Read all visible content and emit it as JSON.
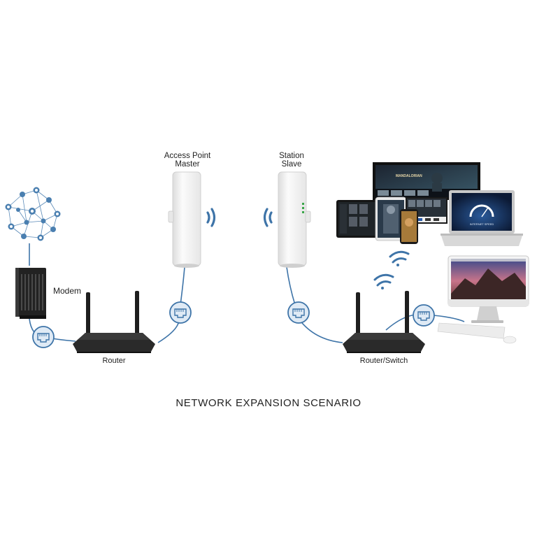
{
  "diagram": {
    "title": "NETWORK EXPANSION SCENARIO",
    "labels": {
      "access_point_line1": "Access  Point",
      "access_point_line2": "Master",
      "station_line1": "Station",
      "station_line2": "Slave",
      "modem": "Modem",
      "router": "Router",
      "router_switch": "Router/Switch"
    },
    "screens": {
      "tv_show": "MANDALORIAN",
      "speed_label": "INTERNET SPEED"
    }
  },
  "colors": {
    "link": "#3e74a8",
    "port_fill": "#dfeaf5",
    "device_dark": "#2a2a2a",
    "cpe_white": "#f3f3f3",
    "cloud_icon": "#4a7fb0"
  },
  "icons": [
    "cloud-network-icon",
    "ethernet-port-icon",
    "wifi-signal-icon"
  ]
}
